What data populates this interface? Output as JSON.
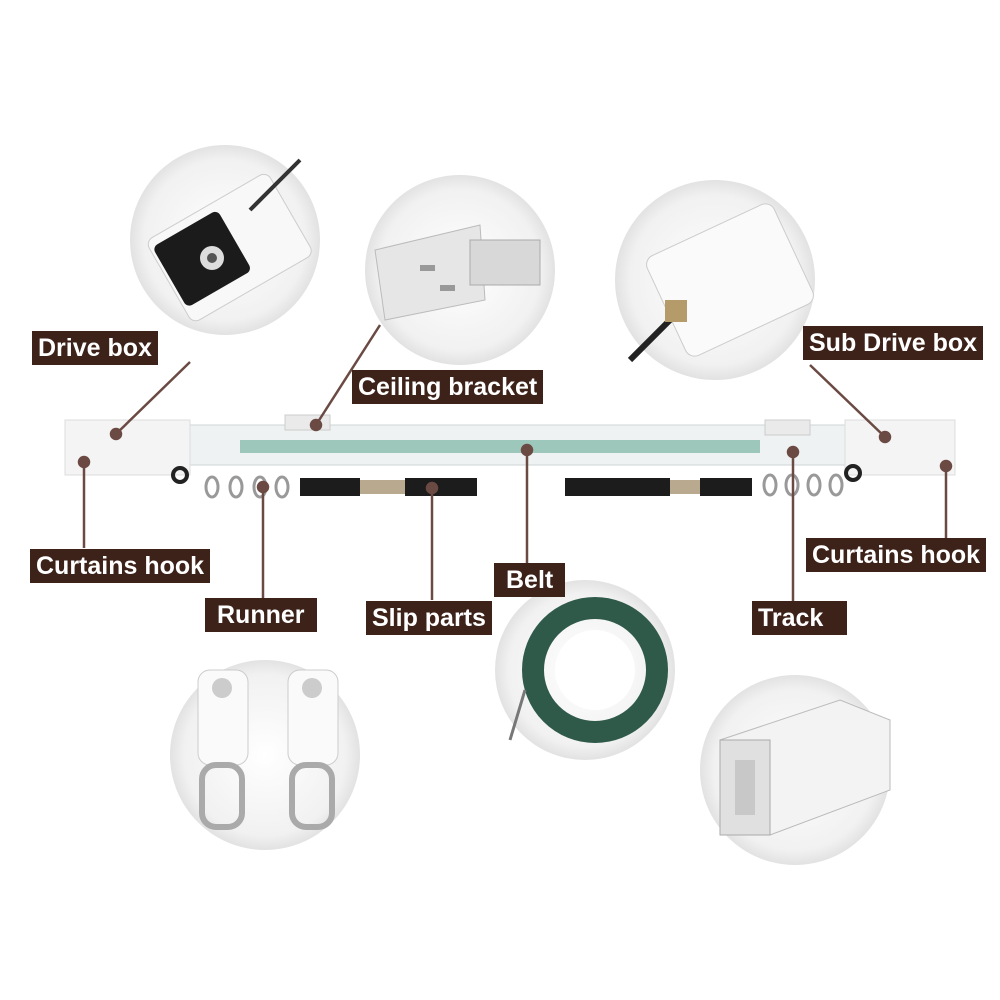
{
  "labels": {
    "drive_box": "Drive box",
    "ceiling_bracket": "Ceiling bracket",
    "sub_drive_box": "Sub Drive box",
    "curtains_hook_left": "Curtains hook",
    "curtains_hook_right": "Curtains hook",
    "runner": "Runner",
    "slip_parts": "Slip parts",
    "belt": "Belt",
    "track": "Track"
  },
  "colors": {
    "label_bg": "#3d2219",
    "leader": "#6b4a44",
    "belt": "#2f5a4a",
    "track_strip": "#9ec7bb"
  }
}
